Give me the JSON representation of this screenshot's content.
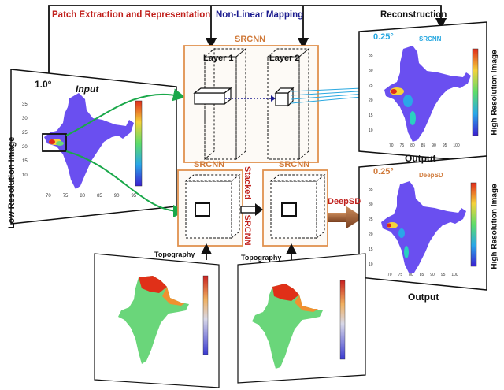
{
  "header": {
    "patch_extraction": "Patch Extraction and  Representation",
    "nonlinear_mapping": "Non-Linear Mapping",
    "reconstruction": "Reconstruction"
  },
  "left_panel": {
    "side_label": "Low Resolution Image",
    "resolution": "1.0°",
    "title": "Input",
    "y_ticks": [
      "35",
      "30",
      "25",
      "20",
      "15",
      "10"
    ],
    "x_ticks": [
      "70",
      "75",
      "80",
      "85",
      "90",
      "95"
    ]
  },
  "srcnn_top": {
    "title": "SRCNN",
    "layer1": "Layer 1",
    "layer2": "Layer 2"
  },
  "output_top": {
    "side_label": "High  Resolution Image",
    "resolution": "0.25°",
    "model": "SRCNN",
    "caption": "Output",
    "x_ticks": [
      "70",
      "75",
      "80",
      "85",
      "90",
      "95",
      "100"
    ],
    "y_ticks": [
      "35",
      "30",
      "25",
      "20",
      "15",
      "10"
    ]
  },
  "deepsd": {
    "srcnn1": "SRCNN",
    "srcnn2": "SRCNN",
    "stacked": "Stacked",
    "stacked_srcnn": "SRCNN",
    "label": "DeepSD"
  },
  "output_bottom": {
    "side_label": "High  Resolution Image",
    "resolution": "0.25°",
    "model": "DeepSD",
    "caption": "Output",
    "x_ticks": [
      "70",
      "75",
      "80",
      "85",
      "90",
      "95",
      "100"
    ],
    "y_ticks": [
      "35",
      "30",
      "25",
      "20",
      "15",
      "10"
    ]
  },
  "topography": {
    "label1": "Topography",
    "label2": "Topography"
  },
  "colors": {
    "panel_border": "#111111",
    "srcnn_box": "#e0914f",
    "connector": "#1aa84a",
    "cyan_lines": "#29a8e0",
    "map_fill": "#6a4ff0",
    "topo_fill": "#6ad67a"
  }
}
